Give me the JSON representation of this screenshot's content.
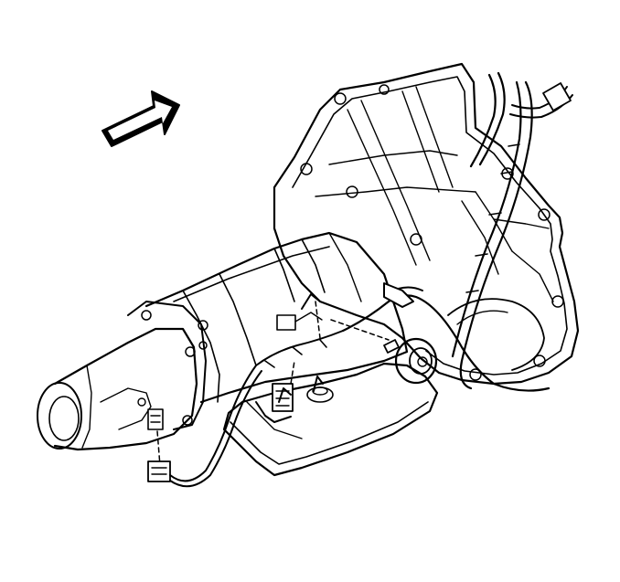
{
  "callouts": [
    {
      "id": "callout-1",
      "label": "1"
    },
    {
      "id": "callout-2",
      "label": "1"
    },
    {
      "id": "callout-3",
      "label": "1"
    }
  ],
  "colors": {
    "ink": "#000000",
    "paper": "#ffffff"
  },
  "icons": [
    "direction-arrow-icon"
  ]
}
